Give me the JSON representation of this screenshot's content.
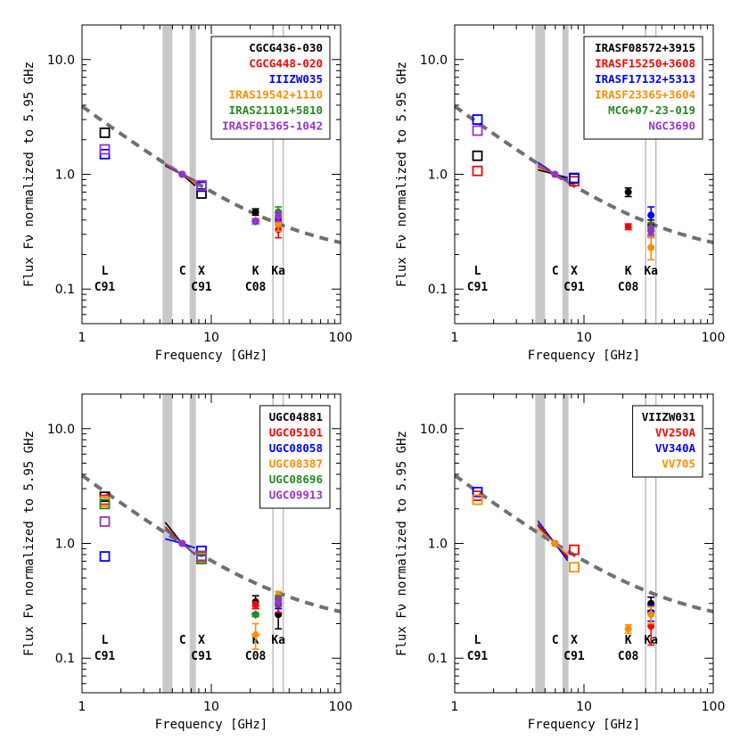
{
  "chart_data": [
    {
      "type": "scatter",
      "xlabel": "Frequency [GHz]",
      "ylabel": "Flux Fν normalized to 5.95 GHz",
      "xlim": [
        1,
        100
      ],
      "ylim": [
        0.05,
        20
      ],
      "xscale": "log",
      "yscale": "log",
      "xticks": [
        "1",
        "10",
        "100"
      ],
      "yticks": [
        "0.1",
        "1.0",
        "10.0"
      ],
      "legend_position": "top-right",
      "band_labels": [
        {
          "x": 1.5,
          "line1": "L",
          "line2": "C91"
        },
        {
          "x": 6.0,
          "line1": "C",
          "line2": ""
        },
        {
          "x": 8.4,
          "line1": "X",
          "line2": "C91"
        },
        {
          "x": 22.0,
          "line1": "K",
          "line2": "C08"
        },
        {
          "x": 33.0,
          "line1": "Ka",
          "line2": ""
        }
      ],
      "series": [
        {
          "name": "CGCG436-030",
          "color": "#000000",
          "L": 2.3,
          "X": 0.68,
          "K": [
            0.47,
            0.03,
            "circle"
          ],
          "Ka": [
            0.42,
            0.04
          ],
          "slope": [
            -0.6,
            -1.0
          ]
        },
        {
          "name": "CGCG448-020",
          "color": "#ff0000",
          "L": null,
          "X": null,
          "K": null,
          "Ka": [
            0.33,
            0.05
          ],
          "slope": [
            -0.55,
            -0.75
          ]
        },
        {
          "name": "IIIZW035",
          "color": "#0000ff",
          "L": 1.5,
          "X": 0.78,
          "K": [
            0.39,
            0.02,
            "circle"
          ],
          "Ka": [
            0.4,
            0.04
          ],
          "slope": [
            -0.6,
            -0.6
          ]
        },
        {
          "name": "IRAS19542+1110",
          "color": "#ff8c00",
          "L": null,
          "X": null,
          "K": null,
          "Ka": [
            0.37,
            0.05
          ],
          "slope": [
            -0.75,
            -0.7
          ]
        },
        {
          "name": "IRAS21101+5810",
          "color": "#228b22",
          "L": null,
          "X": null,
          "K": null,
          "Ka": [
            0.47,
            0.05
          ],
          "slope": [
            -0.65,
            -0.6
          ]
        },
        {
          "name": "IRASF01365-1042",
          "color": "#9932cc",
          "L": 1.65,
          "X": 0.8,
          "K": [
            0.39,
            0.02,
            "diamond"
          ],
          "Ka": [
            0.43,
            0.04
          ],
          "slope": [
            -0.7,
            -0.5
          ]
        }
      ]
    },
    {
      "type": "scatter",
      "xlabel": "Frequency [GHz]",
      "ylabel": "Flux Fν normalized to 5.95 GHz",
      "xlim": [
        1,
        100
      ],
      "ylim": [
        0.05,
        20
      ],
      "xscale": "log",
      "yscale": "log",
      "xticks": [
        "1",
        "10",
        "100"
      ],
      "yticks": [
        "0.1",
        "1.0",
        "10.0"
      ],
      "legend_position": "top-right",
      "band_labels": [
        {
          "x": 1.5,
          "line1": "L",
          "line2": "C91"
        },
        {
          "x": 6.0,
          "line1": "C",
          "line2": ""
        },
        {
          "x": 8.4,
          "line1": "X",
          "line2": "C91"
        },
        {
          "x": 22.0,
          "line1": "K",
          "line2": "C08"
        },
        {
          "x": 33.0,
          "line1": "Ka",
          "line2": ""
        }
      ],
      "series": [
        {
          "name": "IRASF08572+3915",
          "color": "#000000",
          "L": 1.45,
          "X": 0.92,
          "K": [
            0.7,
            0.06,
            "circle"
          ],
          "Ka": [
            0.36,
            0.04
          ],
          "slope": [
            -0.3,
            -0.3
          ]
        },
        {
          "name": "IRASF15250+3608",
          "color": "#ff0000",
          "L": 1.07,
          "X": 0.87,
          "K": [
            0.35,
            0.02,
            "circle"
          ],
          "Ka": [
            0.33,
            0.04
          ],
          "slope": [
            -0.5,
            -0.5
          ]
        },
        {
          "name": "IRASF17132+5313",
          "color": "#0000ff",
          "L": 3.0,
          "X": 0.93,
          "K": null,
          "Ka": [
            0.44,
            0.08
          ],
          "slope": [
            -0.8,
            -0.5
          ]
        },
        {
          "name": "IRASF23365+3604",
          "color": "#ff8c00",
          "L": null,
          "X": null,
          "K": null,
          "Ka": [
            0.23,
            0.05
          ],
          "slope": [
            -0.6,
            -0.6
          ]
        },
        {
          "name": "MCG+07-23-019",
          "color": "#228b22",
          "L": null,
          "X": null,
          "K": null,
          "Ka": [
            0.34,
            0.04
          ],
          "slope": [
            -0.65,
            -0.65
          ]
        },
        {
          "name": "NGC3690",
          "color": "#9932cc",
          "L": 2.4,
          "X": null,
          "K": null,
          "Ka": [
            0.32,
            0.03
          ],
          "slope": [
            -0.7,
            -0.7
          ]
        }
      ]
    },
    {
      "type": "scatter",
      "xlabel": "Frequency [GHz]",
      "ylabel": "Flux Fν normalized to 5.95 GHz",
      "xlim": [
        1,
        100
      ],
      "ylim": [
        0.05,
        20
      ],
      "xscale": "log",
      "yscale": "log",
      "xticks": [
        "1",
        "10",
        "100"
      ],
      "yticks": [
        "0.1",
        "1.0",
        "10.0"
      ],
      "legend_position": "top-right",
      "band_labels": [
        {
          "x": 1.5,
          "line1": "L",
          "line2": "C91"
        },
        {
          "x": 6.0,
          "line1": "C",
          "line2": ""
        },
        {
          "x": 8.4,
          "line1": "X",
          "line2": "C91"
        },
        {
          "x": 22.0,
          "line1": "K",
          "line2": "C08"
        },
        {
          "x": 33.0,
          "line1": "Ka",
          "line2": ""
        }
      ],
      "series": [
        {
          "name": "UGC04881",
          "color": "#000000",
          "L": 2.55,
          "X": 0.76,
          "K": [
            0.31,
            0.04,
            "circle"
          ],
          "Ka": [
            0.24,
            0.06
          ],
          "slope": [
            -1.4,
            -1.0
          ]
        },
        {
          "name": "UGC05101",
          "color": "#ff0000",
          "L": 2.4,
          "X": 0.78,
          "K": [
            0.29,
            0.02,
            "circle"
          ],
          "Ka": [
            0.29,
            0.04
          ],
          "slope": [
            -1.1,
            -1.0
          ]
        },
        {
          "name": "UGC08058",
          "color": "#0000ff",
          "L": 0.77,
          "X": 0.86,
          "K": null,
          "Ka": [
            0.3,
            0.03
          ],
          "slope": [
            -0.3,
            -0.4
          ]
        },
        {
          "name": "UGC08387",
          "color": "#ff8c00",
          "L": 2.3,
          "X": 0.75,
          "K": [
            0.16,
            0.04,
            "diamond"
          ],
          "Ka": [
            0.35,
            0.03
          ],
          "slope": [
            -1.0,
            -1.0
          ]
        },
        {
          "name": "UGC08696",
          "color": "#228b22",
          "L": 2.2,
          "X": 0.73,
          "K": [
            0.24,
            0.01,
            "diamond"
          ],
          "Ka": [
            0.32,
            0.03
          ],
          "slope": [
            -1.0,
            -1.0
          ]
        },
        {
          "name": "UGC09913",
          "color": "#9932cc",
          "L": 1.55,
          "X": 0.78,
          "K": null,
          "Ka": [
            0.31,
            0.03
          ],
          "slope": [
            -0.9,
            -0.9
          ]
        }
      ]
    },
    {
      "type": "scatter",
      "xlabel": "Frequency [GHz]",
      "ylabel": "Flux Fν normalized to 5.95 GHz",
      "xlim": [
        1,
        100
      ],
      "ylim": [
        0.05,
        20
      ],
      "xscale": "log",
      "yscale": "log",
      "xticks": [
        "1",
        "10",
        "100"
      ],
      "yticks": [
        "0.1",
        "1.0",
        "10.0"
      ],
      "legend_position": "top-right",
      "band_labels": [
        {
          "x": 1.5,
          "line1": "L",
          "line2": "C91"
        },
        {
          "x": 6.0,
          "line1": "C",
          "line2": ""
        },
        {
          "x": 8.4,
          "line1": "X",
          "line2": "C91"
        },
        {
          "x": 22.0,
          "line1": "K",
          "line2": "C08"
        },
        {
          "x": 33.0,
          "line1": "Ka",
          "line2": ""
        }
      ],
      "series": [
        {
          "name": "VIIZW031",
          "color": "#000000",
          "L": null,
          "X": null,
          "K": null,
          "Ka": [
            0.3,
            0.04
          ],
          "slope": [
            -1.2,
            -1.2
          ]
        },
        {
          "name": "VV250A",
          "color": "#ff0000",
          "L": 2.6,
          "X": 0.88,
          "K": null,
          "Ka": [
            0.19,
            0.06
          ],
          "slope": [
            -1.3,
            -1.3
          ]
        },
        {
          "name": "VV340A",
          "color": "#0000ff",
          "L": 2.8,
          "X": null,
          "K": null,
          "Ka": [
            0.25,
            0.04
          ],
          "slope": [
            -1.5,
            -1.5
          ]
        },
        {
          "name": "VV705",
          "color": "#ff8c00",
          "L": 2.4,
          "X": 0.62,
          "K": [
            0.18,
            0.015,
            "circle"
          ],
          "Ka": [
            0.24,
            0.04
          ],
          "slope": [
            -1.0,
            -1.0
          ]
        }
      ]
    }
  ]
}
